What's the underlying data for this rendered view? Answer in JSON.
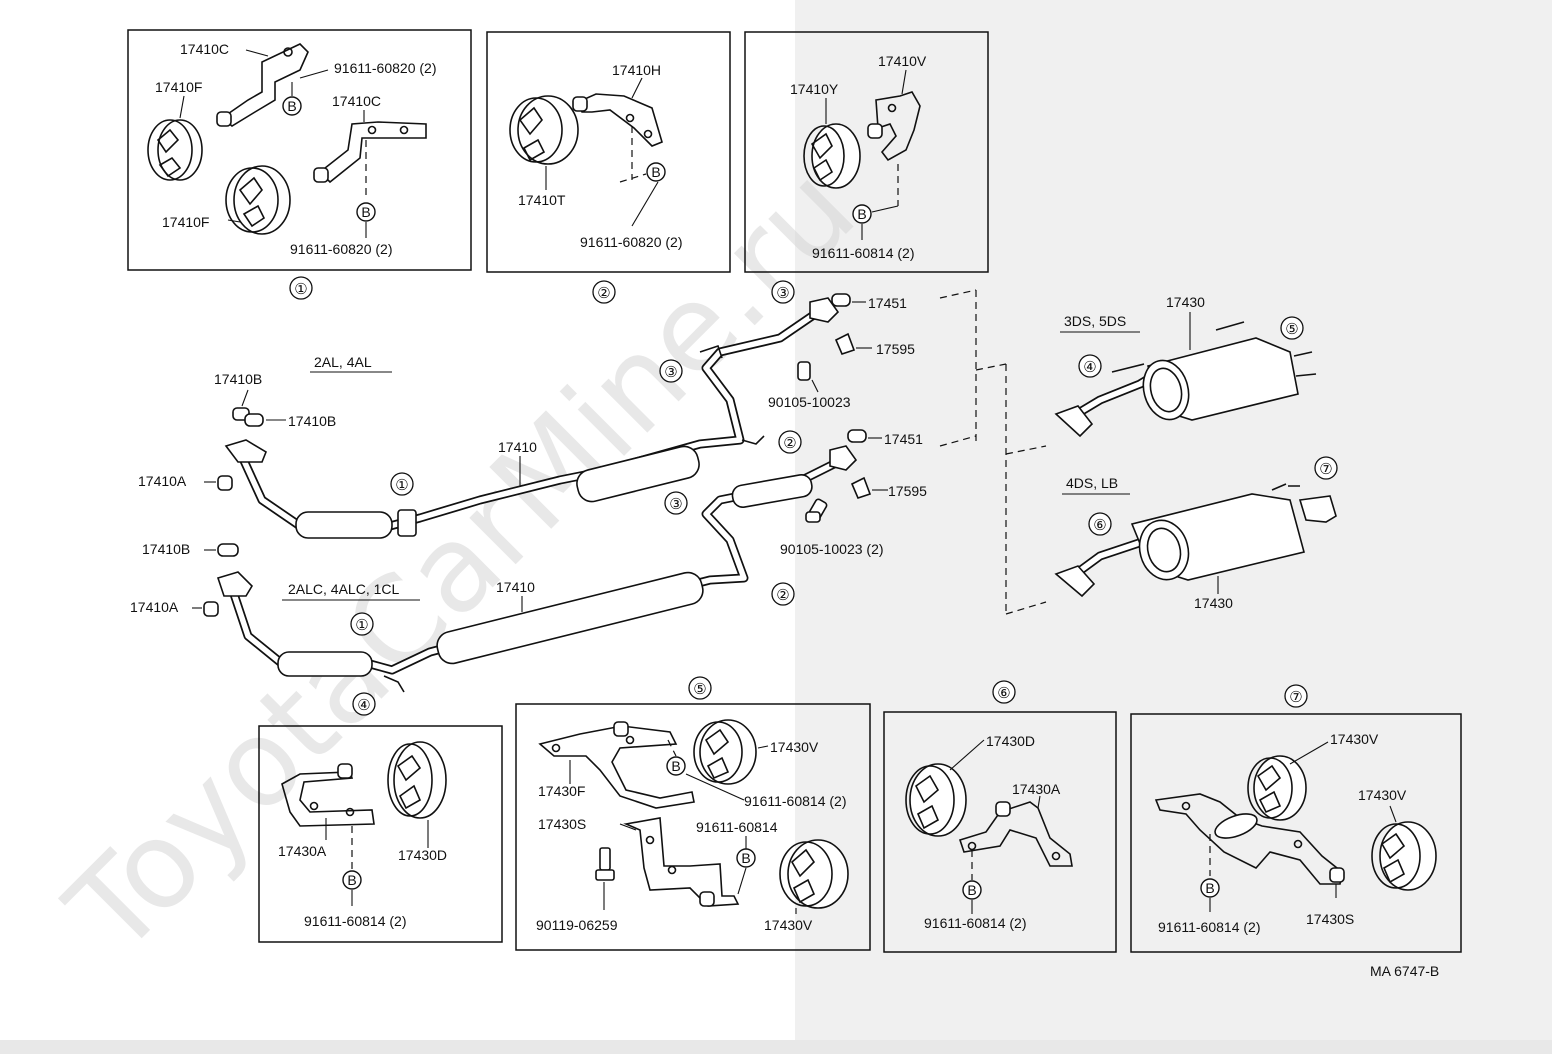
{
  "watermark": "ToyotaCarMine.ru",
  "figure_code": "MA 6747-B",
  "circle_labels": [
    "①",
    "②",
    "③",
    "④",
    "⑤",
    "⑥",
    "⑦"
  ],
  "bolt_marker": "B",
  "section_labels": {
    "upper_variant": "2AL, 4AL",
    "lower_variant": "2ALC, 4ALC, 1CL",
    "muffler_upper": "3DS, 5DS",
    "muffler_lower": "4DS, LB"
  },
  "panel1": {
    "parts": [
      "17410C",
      "17410F",
      "91611-60820 (2)",
      "17410C",
      "17410F",
      "91611-60820 (2)"
    ]
  },
  "panel2": {
    "parts": [
      "17410H",
      "17410T",
      "91611-60820 (2)"
    ]
  },
  "panel3": {
    "parts": [
      "17410V",
      "17410Y",
      "91611-60814 (2)"
    ]
  },
  "main": {
    "upper": [
      "17410B",
      "17410B",
      "17410A",
      "17410",
      "17451",
      "17595",
      "90105-10023"
    ],
    "lower": [
      "17410B",
      "17410A",
      "17410",
      "17451",
      "17595",
      "90105-10023 (2)"
    ],
    "mufflers": [
      "17430",
      "17430"
    ]
  },
  "panel4": {
    "parts": [
      "17430A",
      "17430D",
      "91611-60814 (2)"
    ]
  },
  "panel5": {
    "parts": [
      "17430V",
      "17430F",
      "91611-60814 (2)",
      "17430S",
      "91611-60814",
      "90119-06259",
      "17430V"
    ]
  },
  "panel6": {
    "parts": [
      "17430D",
      "17430A",
      "91611-60814 (2)"
    ]
  },
  "panel7": {
    "parts": [
      "17430V",
      "17430V",
      "91611-60814 (2)",
      "17430S"
    ]
  }
}
